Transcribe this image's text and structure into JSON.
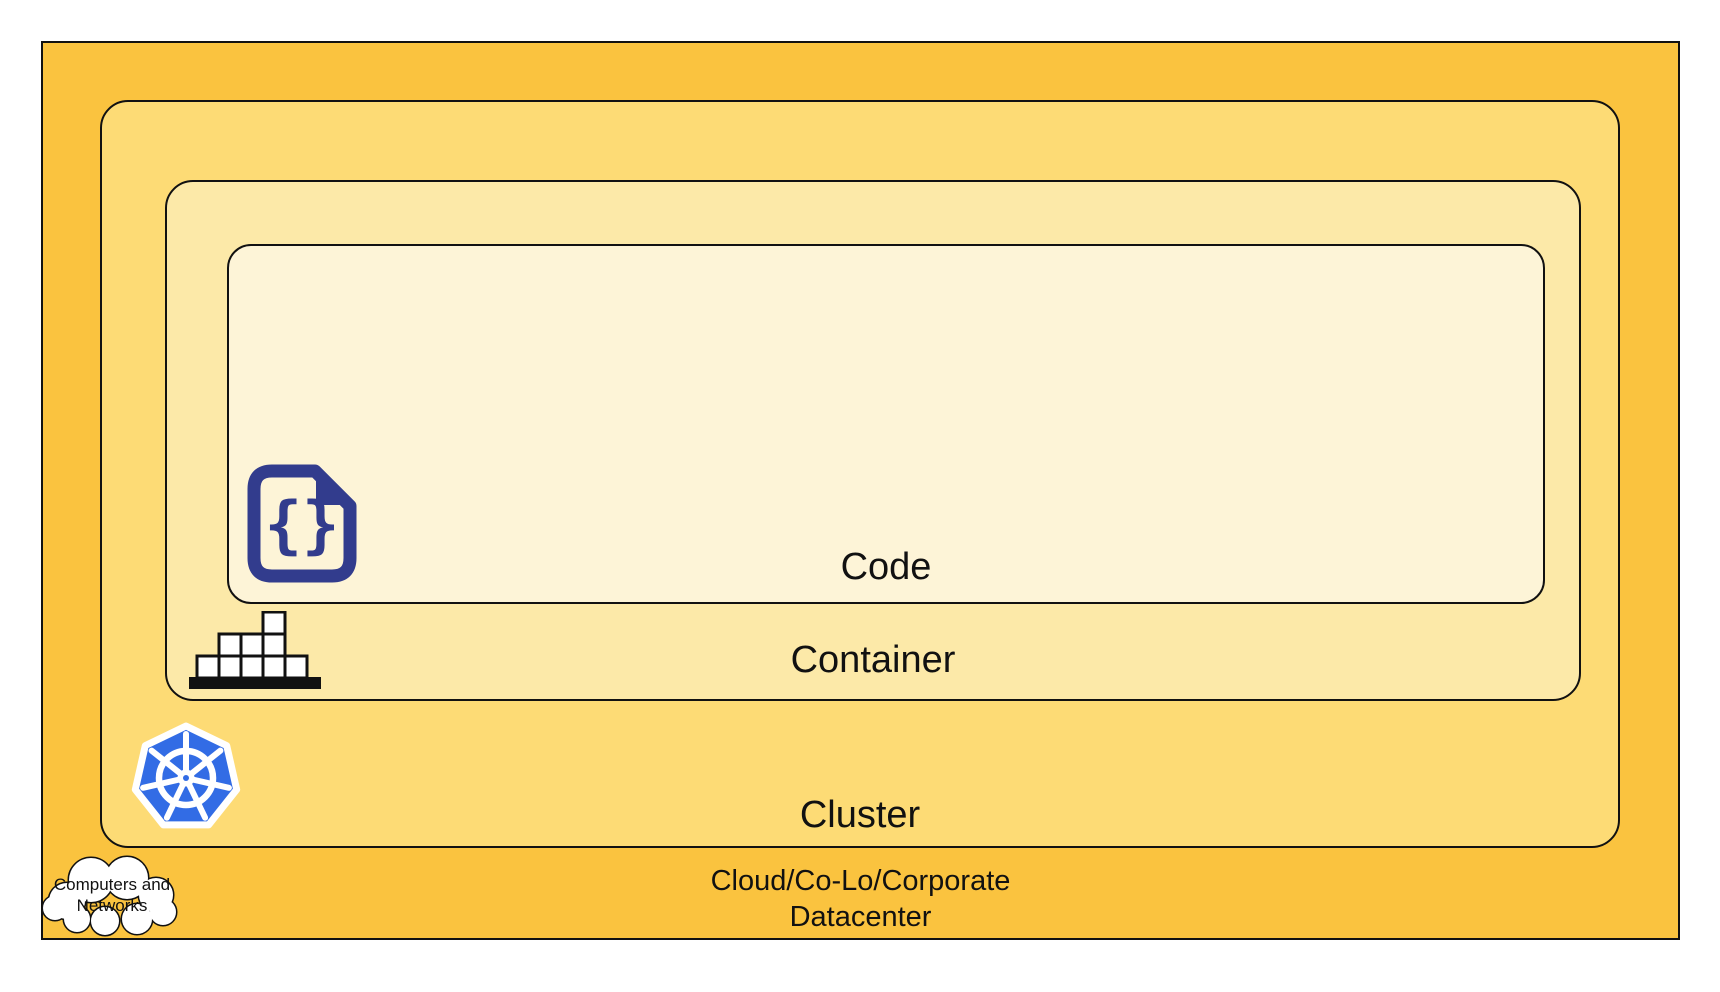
{
  "diagram": {
    "layers": {
      "code": {
        "label": "Code"
      },
      "container": {
        "label": "Container"
      },
      "cluster": {
        "label": "Cluster"
      },
      "cloud": {
        "label_line1": "Cloud/Co-Lo/Corporate",
        "label_line2": "Datacenter"
      }
    },
    "callout": {
      "line1": "Computers and",
      "line2": "Networks"
    },
    "colors": {
      "cloud_layer": "#FAC33F",
      "cluster_layer": "#FDDB75",
      "container_layer": "#FCE9A8",
      "code_layer": "#FDF4D7",
      "outline": "#111111",
      "code_icon": "#323C8D",
      "kubernetes_blue": "#326CE5",
      "callout_fill": "#FFFFFF"
    }
  }
}
